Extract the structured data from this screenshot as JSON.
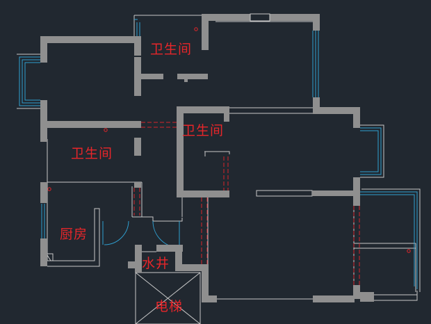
{
  "rooms": {
    "bathroom_top": "卫生间",
    "bathroom_center": "卫生间",
    "bathroom_left": "卫生间",
    "kitchen": "厨房",
    "water_shaft": "水井",
    "elevator": "电梯"
  },
  "colors": {
    "background": "#212830",
    "wall": "#8f8f8f",
    "outline": "#c9c9c9",
    "window": "#2f9fd0",
    "label": "#e8262a",
    "dashed": "#d8232a"
  }
}
